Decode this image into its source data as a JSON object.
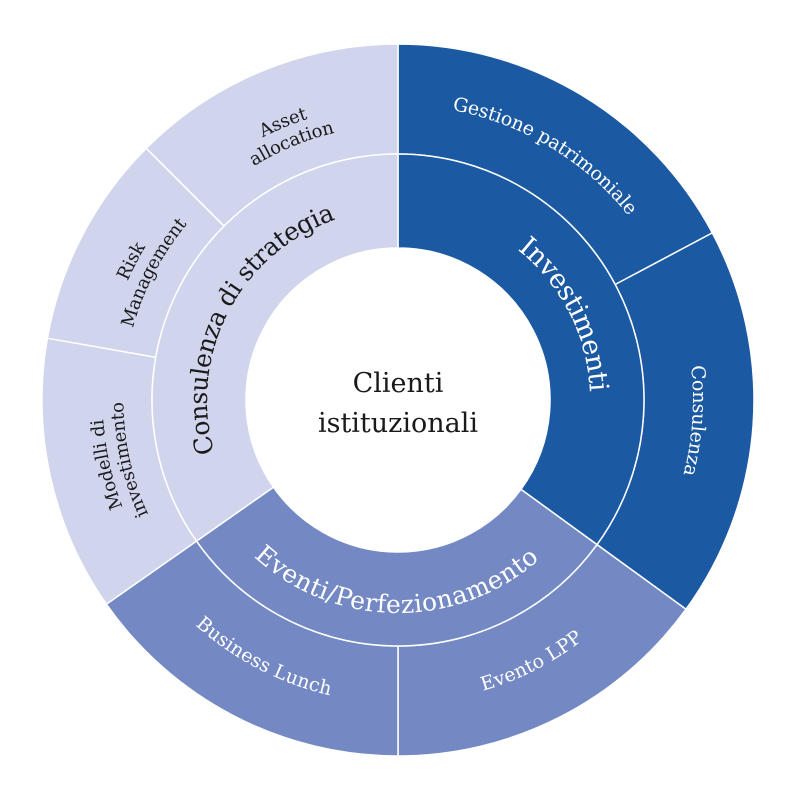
{
  "center": {
    "line1": "Clienti",
    "line2": "istituzionali"
  },
  "colors": {
    "dark": "#1b5aa3",
    "medium": "#7489c4",
    "light": "#d0d4ec",
    "text_light": "#ffffff",
    "text_dark": "#1a1a1a"
  },
  "inner_ring": [
    {
      "id": "investimenti",
      "label": "Investimenti",
      "color": "dark",
      "text": "text_light"
    },
    {
      "id": "eventi",
      "label": "Eventi/Perfezionamento",
      "color": "medium",
      "text": "text_light"
    },
    {
      "id": "strategia",
      "label": "Consulenza di strategia",
      "color": "light",
      "text": "text_dark"
    }
  ],
  "outer_ring": [
    {
      "id": "gestione",
      "lines": [
        "Gestione patrimoniale"
      ],
      "color": "dark",
      "text": "text_light"
    },
    {
      "id": "consulenza",
      "lines": [
        "Consulenza"
      ],
      "color": "dark",
      "text": "text_light"
    },
    {
      "id": "evento-lpp",
      "lines": [
        "Evento LPP"
      ],
      "color": "medium",
      "text": "text_light"
    },
    {
      "id": "business-lunch",
      "lines": [
        "Business Lunch"
      ],
      "color": "medium",
      "text": "text_light"
    },
    {
      "id": "modelli",
      "lines": [
        "Modelli di",
        "investimento"
      ],
      "color": "light",
      "text": "text_dark"
    },
    {
      "id": "risk",
      "lines": [
        "Risk",
        "Management"
      ],
      "color": "light",
      "text": "text_dark"
    },
    {
      "id": "asset",
      "lines": [
        "Asset",
        "allocation"
      ],
      "color": "light",
      "text": "text_dark"
    }
  ]
}
